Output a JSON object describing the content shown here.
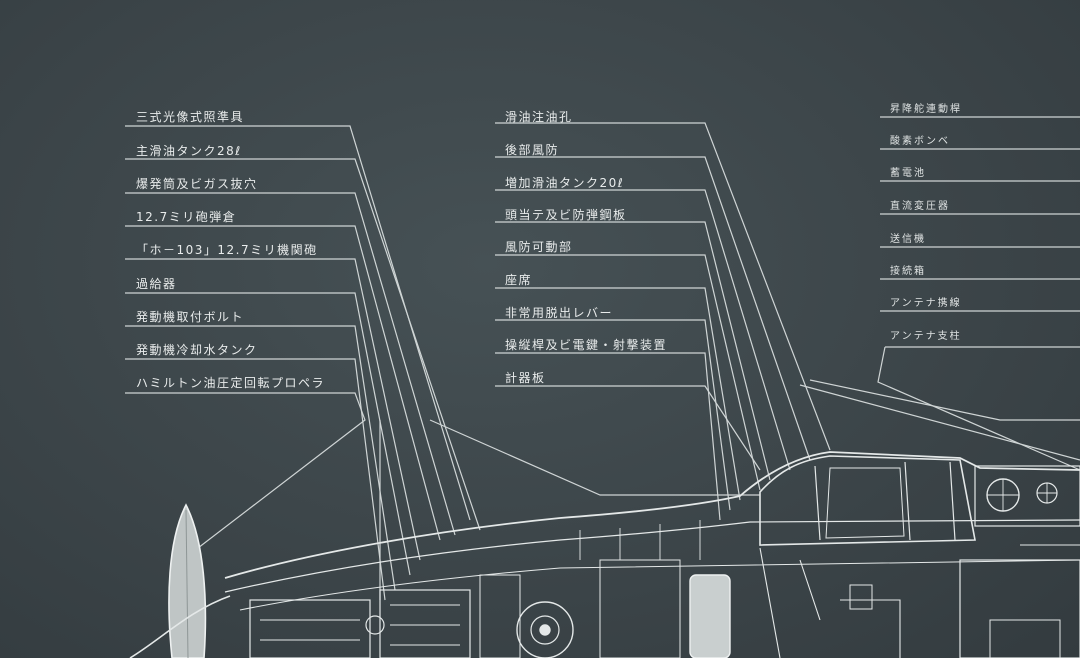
{
  "colors": {
    "background": "#3b4448",
    "ink": "#e9ecec"
  },
  "labels": {
    "left": [
      "三式光像式照準具",
      "主滑油タンク28ℓ",
      "爆発筒及ビガス抜穴",
      "12.7ミリ砲弾倉",
      "「ホ－103」12.7ミリ機関砲",
      "過給器",
      "発動機取付ボルト",
      "発動機冷却水タンク",
      "ハミルトン油圧定回転プロペラ"
    ],
    "middle": [
      "滑油注油孔",
      "後部風防",
      "増加滑油タンク20ℓ",
      "頭当テ及ビ防弾鋼板",
      "風防可動部",
      "座席",
      "非常用脱出レバー",
      "操縦桿及ビ電鍵・射撃装置",
      "計器板"
    ],
    "right": [
      "昇降舵連動桿",
      "酸素ボンベ",
      "蓄電池",
      "直流変圧器",
      "送信機",
      "接続箱",
      "アンテナ携線",
      "アンテナ支柱"
    ]
  }
}
